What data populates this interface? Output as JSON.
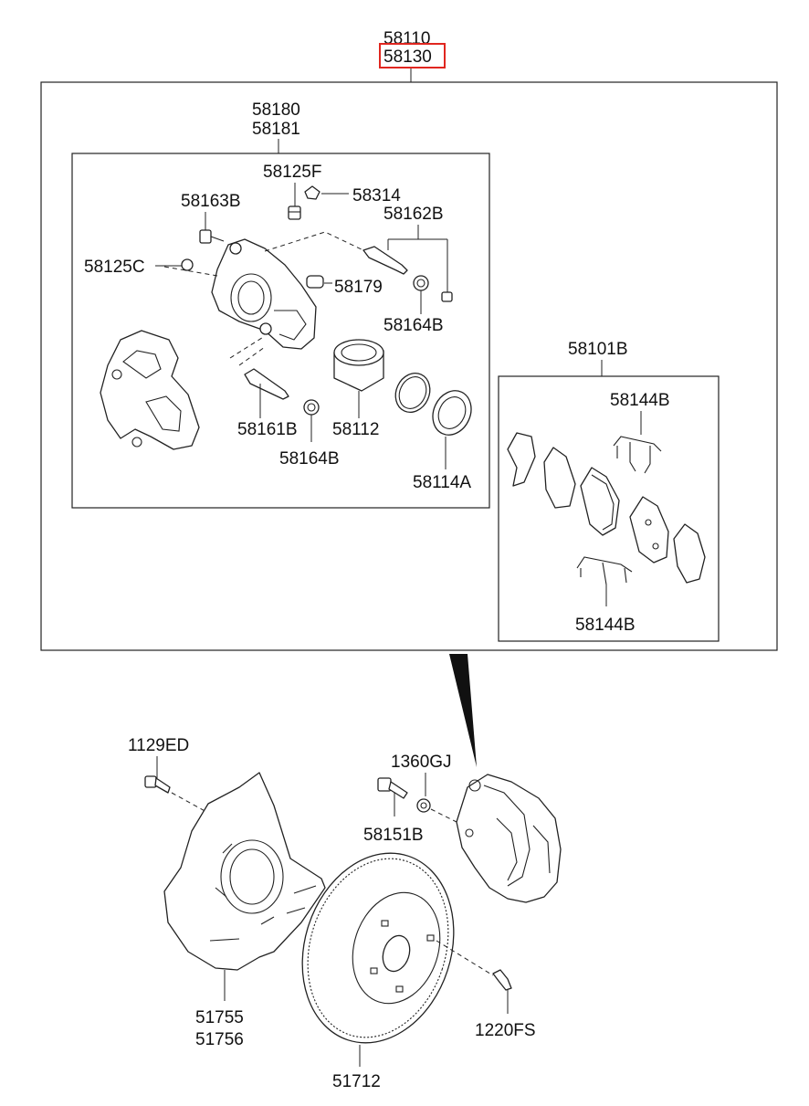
{
  "highlight_color": "#e0261f",
  "labels": {
    "assembly_lh": "58110",
    "assembly_rh": "58130",
    "caliper_kit_1": "58180",
    "caliper_kit_2": "58181",
    "bleeder_screw": "58125F",
    "bleeder_cap": "58314",
    "bolt_upper": "58163B",
    "guide_rod_kit": "58162B",
    "plug": "58125C",
    "bushing": "58179",
    "boot_upper": "58164B",
    "guide_rod_lower": "58161B",
    "boot_lower": "58164B",
    "piston": "58112",
    "seal_kit": "58114A",
    "pad_kit": "58101B",
    "pad_clip_upper": "58144B",
    "pad_clip_lower": "58144B",
    "shield_bolt": "1129ED",
    "caliper_nut": "1360GJ",
    "caliper_bolt": "58151B",
    "dust_cover_1": "51755",
    "dust_cover_2": "51756",
    "rotor_screw": "1220FS",
    "disc_rotor": "51712"
  }
}
